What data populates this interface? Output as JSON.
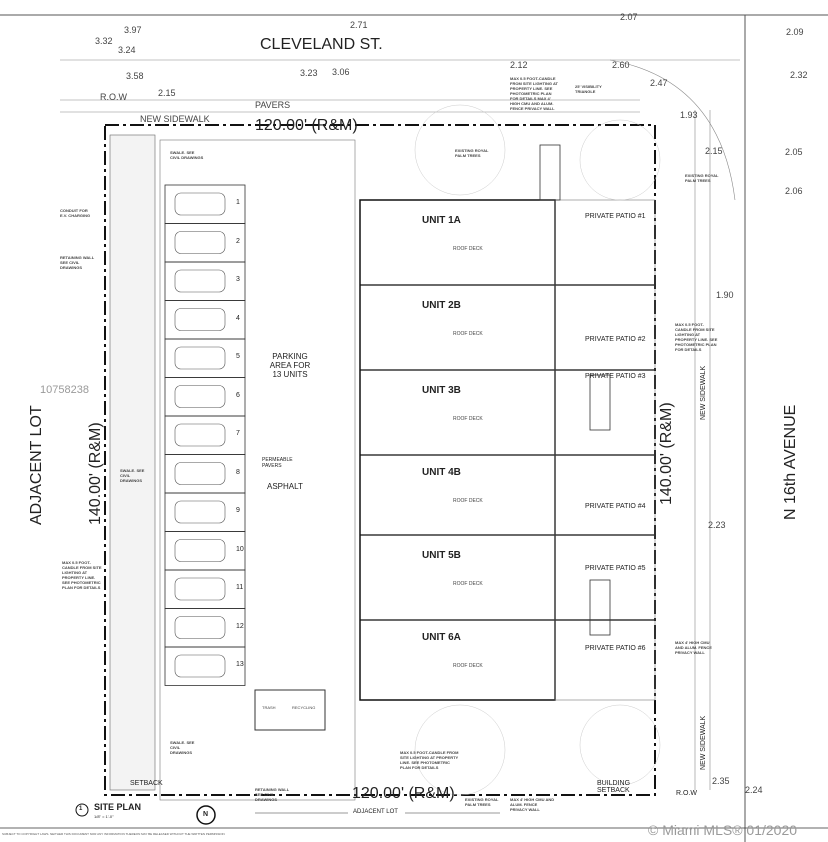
{
  "street_top": "CLEVELAND ST.",
  "street_right": "N 16th AVENUE",
  "adjacent_left": "ADJACENT LOT",
  "adjacent_bottom": "ADJACENT LOT",
  "dim_top": "120.00' (R&M)",
  "dim_bottom": "120.00' (R&M)",
  "dim_left": "140.00' (R&M)",
  "dim_right": "140.00' (R&M)",
  "elevations": [
    "2.71",
    "2.07",
    "2.09",
    "3.97",
    "3.32",
    "3.24",
    "3.58",
    "3.23",
    "3.06",
    "2.12",
    "2.60",
    "2.47",
    "2.32",
    "1.93",
    "2.15",
    "2.05",
    "2.06",
    "1.90",
    "2.23",
    "2.35",
    "2.24",
    "2.15"
  ],
  "pavers": "PAVERS",
  "new_sidewalk": "NEW SIDEWALK",
  "new_sidewalk_right": "NEW SIDEWALK",
  "parking_area": "PARKING AREA FOR 13 UNITS",
  "asphalt": "ASPHALT",
  "permeable": "PERMEABLE PAVERS",
  "parking_numbers": [
    "1",
    "2",
    "3",
    "4",
    "5",
    "6",
    "7",
    "8",
    "9",
    "10",
    "11",
    "12",
    "13"
  ],
  "units": [
    {
      "name": "UNIT 1A",
      "label": "ROOF DECK"
    },
    {
      "name": "UNIT 2B",
      "label": "ROOF DECK"
    },
    {
      "name": "UNIT 3B",
      "label": "ROOF DECK"
    },
    {
      "name": "UNIT 4B",
      "label": "ROOF DECK"
    },
    {
      "name": "UNIT 5B",
      "label": "ROOF DECK"
    },
    {
      "name": "UNIT 6A",
      "label": "ROOF DECK"
    }
  ],
  "patios": [
    "PRIVATE PATIO #1",
    "PRIVATE PATIO #2",
    "PRIVATE PATIO #3",
    "PRIVATE PATIO #4",
    "PRIVATE PATIO #5",
    "PRIVATE PATIO #6"
  ],
  "notes": {
    "lighting_top": "MAX 0.5 FOOT-CANDLE FROM SITE LIGHTING AT PROPERTY LINE. SEE PHOTOMETRIC PLAN FOR DETAILS MAX 4' HIGH CMU AND ALUM. FENCE PRIVACY WALL",
    "visibility": "25' VISIBILITY TRIANGLE",
    "palm_top": "EXISTING ROYAL PALM TREES",
    "palm_right": "EXISTING ROYAL PALM TREES",
    "palm_bottom": "EXISTING ROYAL PALM TREES",
    "conduit": "CONDUIT FOR E.V. CHARGING",
    "retaining_left": "RETAINING WALL SEE CIVIL DRAWINGS",
    "retaining_bottom": "RETAINING WALL SEE CIVIL DRAWINGS",
    "swale": "SWALE. SEE CIVIL DRAWINGS",
    "lighting_left": "MAX 0.5 FOOT-CANDLE FROM SITE LIGHTING AT PROPERTY LINE. SEE PHOTOMETRIC PLAN FOR DETAILS",
    "lighting_right": "MAX 0.5 FOOT-CANDLE FROM SITE LIGHTING AT PROPERTY LINE. SEE PHOTOMETRIC PLAN FOR DETAILS",
    "lighting_bottom": "MAX 0.5 FOOT-CANDLE FROM SITE LIGHTING AT PROPERTY LINE. SEE PHOTOMETRIC PLAN FOR DETAILS",
    "fence_bottom": "MAX 4' HIGH CMU AND ALUM. FENCE PRIVACY WALL",
    "fence_right": "MAX 4' HIGH CMU AND ALUM. FENCE PRIVACY WALL",
    "trash": "TRASH",
    "recycling": "RECYCLING"
  },
  "setback": "SETBACK",
  "building_setback": "BUILDING SETBACK",
  "row": "R.O.W",
  "row_top": "R.O.W",
  "title": "SITE PLAN",
  "scale": "1/8\" = 1'-0\"",
  "title_num": "1",
  "north": "N",
  "footer_note": "SUBJECT TO COPYRIGHT LAWS. NEITHER THIS DOCUMENT NOR ANY INFORMATION THEREON MAY BE RELEASED WITHOUT THE WRITTEN PERMISSION",
  "watermark": "© Miami MLS® 01/2020",
  "listing_id": "10758238"
}
